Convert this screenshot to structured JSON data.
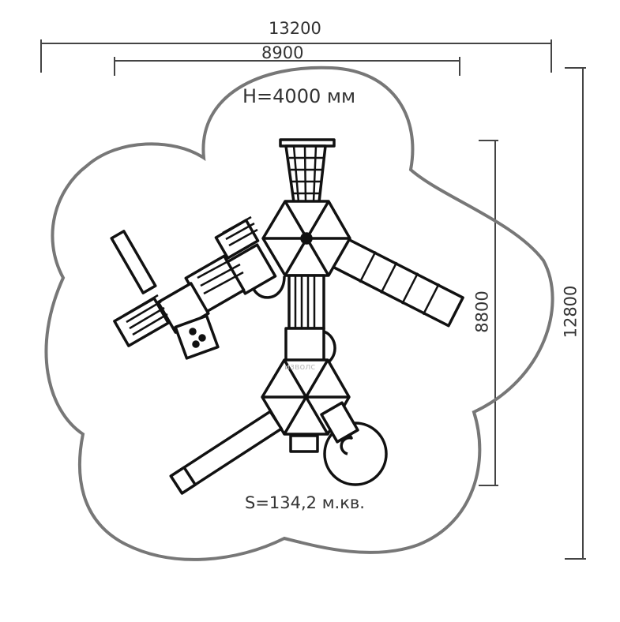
{
  "dimensions": {
    "overall_width": "13200",
    "equipment_width": "8900",
    "equipment_depth": "8800",
    "overall_depth": "12800"
  },
  "height_label": "H=4000 мм",
  "area_label": "S=134,2 м.кв.",
  "watermark": "изволс",
  "colors": {
    "outline": "#777777",
    "lines": "#111111",
    "dim": "#444444"
  }
}
